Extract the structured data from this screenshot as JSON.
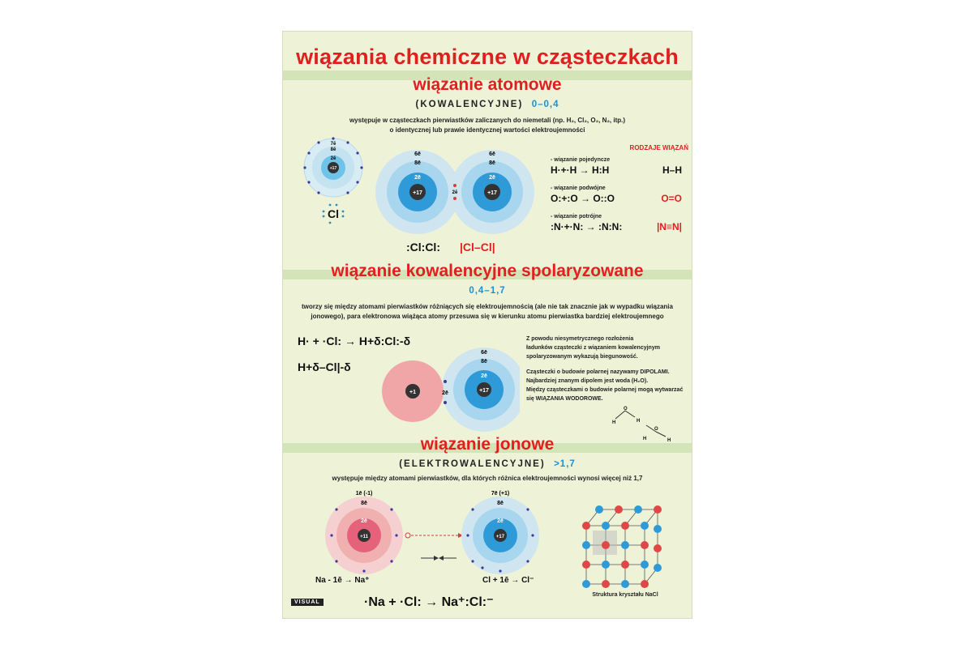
{
  "title": "wiązania chemiczne w cząsteczkach",
  "covalent": {
    "heading": "wiązanie atomowe",
    "subtitle": "(KOWALENCYJNE)",
    "range": "0–0,4",
    "desc_line1": "występuje w cząsteczkach pierwiastków zaliczanych do niemetali (np. H₂, Cl₂, O₂, N₂, itp.)",
    "desc_line2": "o identycznej lub prawie identycznej wartości elektroujemności",
    "small_atom_labels": [
      "7ē",
      "8ē",
      "2ē",
      "+17"
    ],
    "cl_symbol": "Cl",
    "atom_labels": {
      "shell3": "6ē",
      "shell2": "8ē",
      "shell1": "2ē",
      "nucleus": "+17",
      "shared": "2ē"
    },
    "molecule_lewis": ":Cl:Cl:",
    "molecule_line": "|Cl–Cl|",
    "bond_types": {
      "heading": "RODZAJE WIĄZAŃ",
      "single_label": "- wiązanie pojedyncze",
      "single_eq": "H·+·H → H:H",
      "single_struct": "H–H",
      "double_label": "- wiązanie podwójne",
      "double_eq": "O:+:O → O::O",
      "double_struct": "O=O",
      "triple_label": "- wiązanie potrójne",
      "triple_eq": ":N·+·N: → :N:N:",
      "triple_struct": "|N≡N|"
    }
  },
  "polar": {
    "heading": "wiązanie kowalencyjne spolaryzowane",
    "range": "0,4–1,7",
    "desc_line1": "tworzy się między atomami pierwiastków różniących się elektroujemnością (ale nie tak znacznie jak  w wypadku wiązania",
    "desc_line2": "jonowego), para elektronowa wiążąca atomy przesuwa się w kierunku atomu pierwiastka  bardziej elektroujemnego",
    "eq1": "H· + ·Cl: → H+δ:Cl:-δ",
    "eq2": "H+δ–Cl|-δ",
    "h_nucleus": "+1",
    "shared": "2ē",
    "cl_labels": {
      "shell3": "6ē",
      "shell2": "8ē",
      "shell1": "2ē",
      "nucleus": "+17"
    },
    "note1": "Z powodu niesymetrycznego rozłożenia",
    "note2": "ładunków cząsteczki z wiązaniem kowalencyjnym",
    "note3": "spolaryzowanym wykazują biegunowość.",
    "note4": "Cząsteczki o budowie polarnej nazywamy DIPOLAMI.",
    "note5": "Najbardziej znanym dipolem jest woda (H₂O).",
    "note6": "Między cząsteczkami o budowie polarnej mogą wytwarzać",
    "note7": "się WIĄZANIA WODOROWE."
  },
  "ionic": {
    "heading": "wiązanie jonowe",
    "subtitle": "(ELEKTROWALENCYJNE)",
    "range": ">1,7",
    "desc": "występuje między atomami pierwiastków, dla których różnica elektroujemności wynosi więcej niż 1,7",
    "na_labels": {
      "shell3": "1ē (-1)",
      "shell2": "8ē",
      "shell1": "2ē",
      "nucleus": "+11"
    },
    "cl_labels": {
      "shell3": "7ē (+1)",
      "shell2": "8ē",
      "shell1": "2ē",
      "nucleus": "+17"
    },
    "na_eq": "Na - 1ē → Na⁺",
    "cl_eq": "Cl + 1ē → Cl⁻",
    "final_eq": "·Na + ·Cl: → Na⁺:Cl:⁻",
    "crystal_caption": "Struktura kryształu NaCl",
    "publisher": "VISUAL"
  },
  "colors": {
    "title_red": "#e01f1f",
    "accent_blue": "#1f8fd0",
    "background": "#eef3d8",
    "band": "#d3e5b8"
  }
}
